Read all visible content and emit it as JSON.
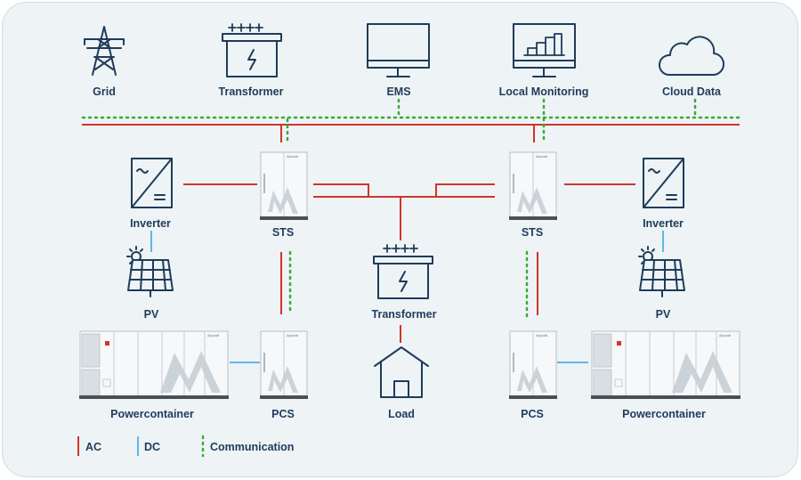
{
  "colors": {
    "ac": "#d0352a",
    "dc": "#5db8e8",
    "communication": "#3aaa35",
    "text": "#1f3c5a",
    "background": "#eef3f6"
  },
  "nodes": {
    "grid": "Grid",
    "transformer_top": "Transformer",
    "ems": "EMS",
    "local_monitoring": "Local Monitoring",
    "cloud_data": "Cloud Data",
    "inverter_left": "Inverter",
    "inverter_right": "Inverter",
    "sts_left": "STS",
    "sts_right": "STS",
    "pv_left": "PV",
    "pv_right": "PV",
    "transformer_center": "Transformer",
    "load": "Load",
    "powercontainer_left": "Powercontainer",
    "powercontainer_right": "Powercontainer",
    "pcs_left": "PCS",
    "pcs_right": "PCS"
  },
  "brand": "Alpwatt",
  "legend": {
    "ac": "AC",
    "dc": "DC",
    "communication": "Communication"
  },
  "icons": [
    "transmission-tower-icon",
    "transformer-icon",
    "monitor-icon",
    "monitoring-chart-icon",
    "cloud-icon",
    "inverter-icon",
    "solar-panel-icon",
    "house-icon"
  ]
}
